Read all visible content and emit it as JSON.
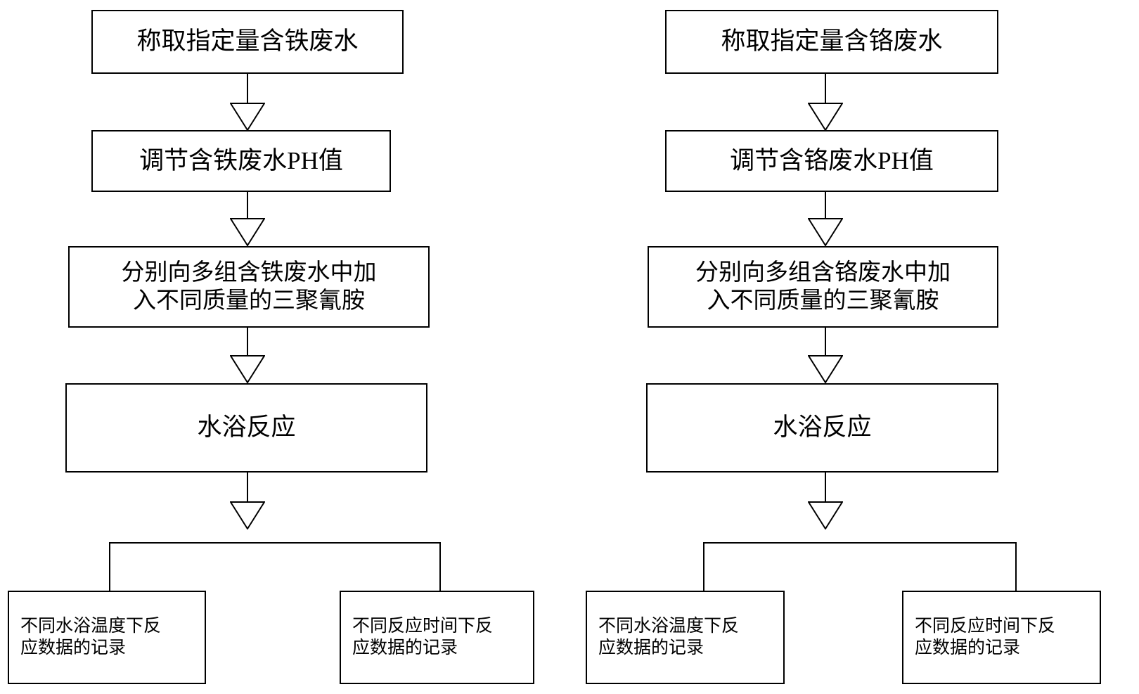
{
  "diagram": {
    "type": "flowchart",
    "orientation": "top-to-bottom",
    "language": "zh-CN",
    "colors": {
      "stroke": "#000000",
      "fill": "#ffffff",
      "text": "#000000"
    },
    "branches": [
      {
        "id": "iron",
        "nodes": [
          {
            "id": "iron-weigh",
            "label": "称取指定量含铁废水"
          },
          {
            "id": "iron-ph",
            "label": "调节含铁废水PH值"
          },
          {
            "id": "iron-add",
            "label": "分别向多组含铁废水中加\n入不同质量的三聚氰胺"
          },
          {
            "id": "iron-bath",
            "label": "水浴反应"
          },
          {
            "id": "iron-temp",
            "label": "不同水浴温度下反\n应数据的记录"
          },
          {
            "id": "iron-time",
            "label": "不同反应时间下反\n应数据的记录"
          }
        ]
      },
      {
        "id": "chromium",
        "nodes": [
          {
            "id": "cr-weigh",
            "label": "称取指定量含铬废水"
          },
          {
            "id": "cr-ph",
            "label": "调节含铬废水PH值"
          },
          {
            "id": "cr-add",
            "label": "分别向多组含铬废水中加\n入不同质量的三聚氰胺"
          },
          {
            "id": "cr-bath",
            "label": "水浴反应"
          },
          {
            "id": "cr-temp",
            "label": "不同水浴温度下反\n应数据的记录"
          },
          {
            "id": "cr-time",
            "label": "不同反应时间下反\n应数据的记录"
          }
        ]
      }
    ]
  }
}
